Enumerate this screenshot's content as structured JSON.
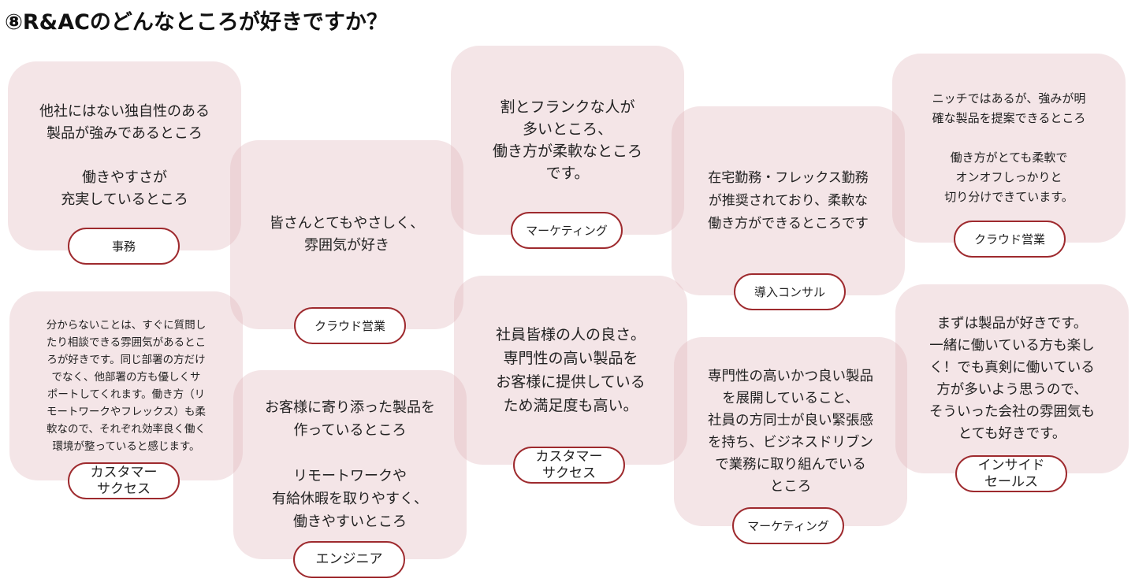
{
  "title": "⑧R&ACのどんなところが好きですか？",
  "cards": [
    {
      "text": "他社にはない独自性のある\n製品が強みであるところ\n\n働きやすさが\n充実しているところ",
      "role": "事務"
    },
    {
      "text": "皆さんとてもやさしく、\n雰囲気が好き",
      "role": "クラウド営業"
    },
    {
      "text": "割とフランクな人が\n多いところ、\n働き方が柔軟なところ\nです。",
      "role": "マーケティング"
    },
    {
      "text": "在宅勤務・フレックス勤務\nが推奨されており、柔軟な\n働き方ができるところです",
      "role": "導入コンサル"
    },
    {
      "text": "ニッチではあるが、強みが明\n確な製品を提案できるところ\n\n働き方がとても柔軟で\nオンオフしっかりと\n切り分けできています。",
      "role": "クラウド営業"
    },
    {
      "text": "分からないことは、すぐに質問し\nたり相談できる雰囲気があるとこ\nろが好きです。同じ部署の方だけ\nでなく、他部署の方も優しくサ\nポートしてくれます。働き方（リ\nモートワークやフレックス）も柔\n軟なので、それぞれ効率良く働く\n環境が整っていると感じます。",
      "role": "カスタマー\nサクセス"
    },
    {
      "text": "お客様に寄り添った製品を\n作っているところ\n\nリモートワークや\n有給休暇を取りやすく、\n働きやすいところ",
      "role": "エンジニア"
    },
    {
      "text": "社員皆様の人の良さ。\n専門性の高い製品を\nお客様に提供している\nため満足度も高い。",
      "role": "カスタマー\nサクセス"
    },
    {
      "text": "専門性の高いかつ良い製品\nを展開していること、\n社員の方同士が良い緊張感\nを持ち、ビジネスドリブン\nで業務に取り組んでいる\nところ",
      "role": "マーケティング"
    },
    {
      "text": "まずは製品が好きです。\n一緒に働いている方も楽し\nく！でも真剣に働いている\n方が多いよう思うので、\nそういった会社の雰囲気も\nとても好きです。",
      "role": "インサイド\nセールス"
    }
  ]
}
